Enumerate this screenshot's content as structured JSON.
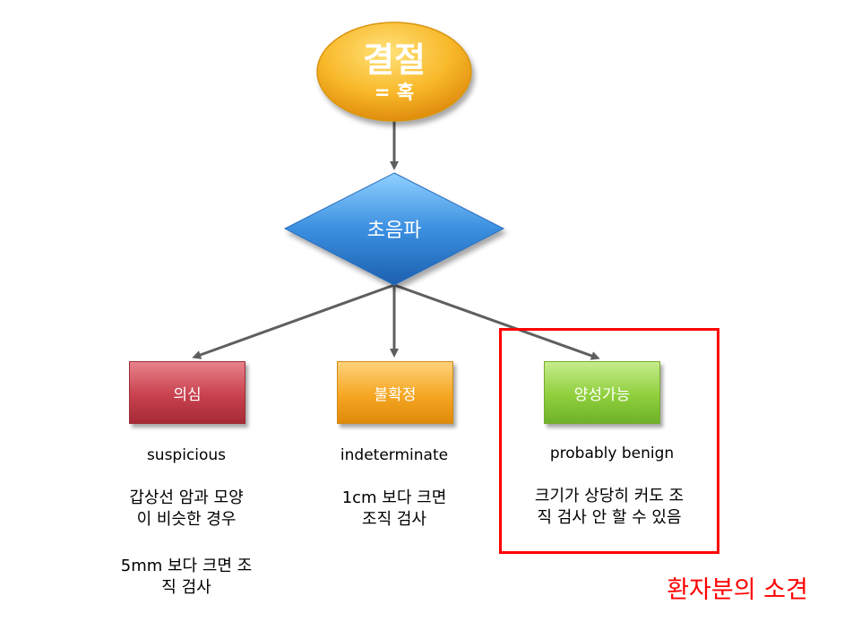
{
  "start": {
    "title": "결절",
    "subtitle": "= 혹"
  },
  "decision": {
    "label": "초음파"
  },
  "outcomes": [
    {
      "label": "의심",
      "english": "suspicious",
      "notes": [
        "갑상선 암과 모양\n이 비슷한 경우",
        "5mm 보다 크면 조\n직 검사"
      ]
    },
    {
      "label": "불확정",
      "english": "indeterminate",
      "notes": [
        "1cm 보다 크면\n조직 검사"
      ]
    },
    {
      "label": "양성가능",
      "english": "probably benign",
      "notes": [
        "크기가 상당히 커도 조\n직 검사 안 할 수 있음"
      ]
    }
  ],
  "annotation": "환자분의 소견",
  "colors": {
    "start": "#f5b520",
    "decision": "#3b8fe0",
    "suspicious": "#c8414e",
    "indeterminate": "#f5a623",
    "benign": "#8fcf3c",
    "arrow": "#5f5f5f",
    "highlight": "#ff0000"
  }
}
